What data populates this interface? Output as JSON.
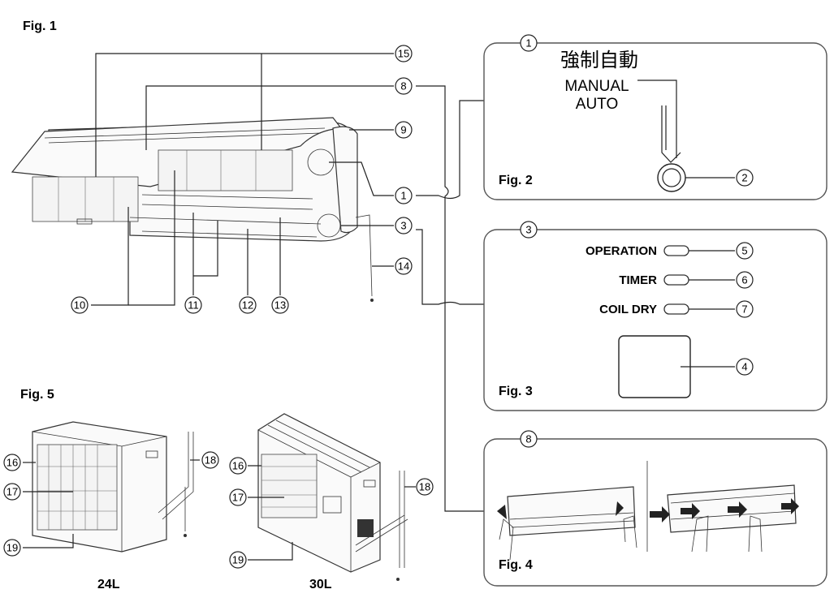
{
  "fig1": {
    "label": "Fig. 1"
  },
  "fig2": {
    "label": "Fig. 2",
    "jp_label": "強制自動",
    "switch_label_line1": "MANUAL",
    "switch_label_line2": "AUTO"
  },
  "fig3": {
    "label": "Fig. 3",
    "controls": [
      {
        "label": "OPERATION",
        "callout": "5"
      },
      {
        "label": "TIMER",
        "callout": "6"
      },
      {
        "label": "COIL DRY",
        "callout": "7"
      }
    ]
  },
  "fig4": {
    "label": "Fig. 4"
  },
  "fig5": {
    "label": "Fig. 5",
    "model_a": "24L",
    "model_b": "30L"
  },
  "callouts": {
    "c1": "1",
    "c2": "2",
    "c3": "3",
    "c4": "4",
    "c5": "5",
    "c6": "6",
    "c7": "7",
    "c8": "8",
    "c9": "9",
    "c10": "10",
    "c11": "11",
    "c12": "12",
    "c13": "13",
    "c14": "14",
    "c15": "15",
    "c16": "16",
    "c17": "17",
    "c18": "18",
    "c19": "19"
  }
}
